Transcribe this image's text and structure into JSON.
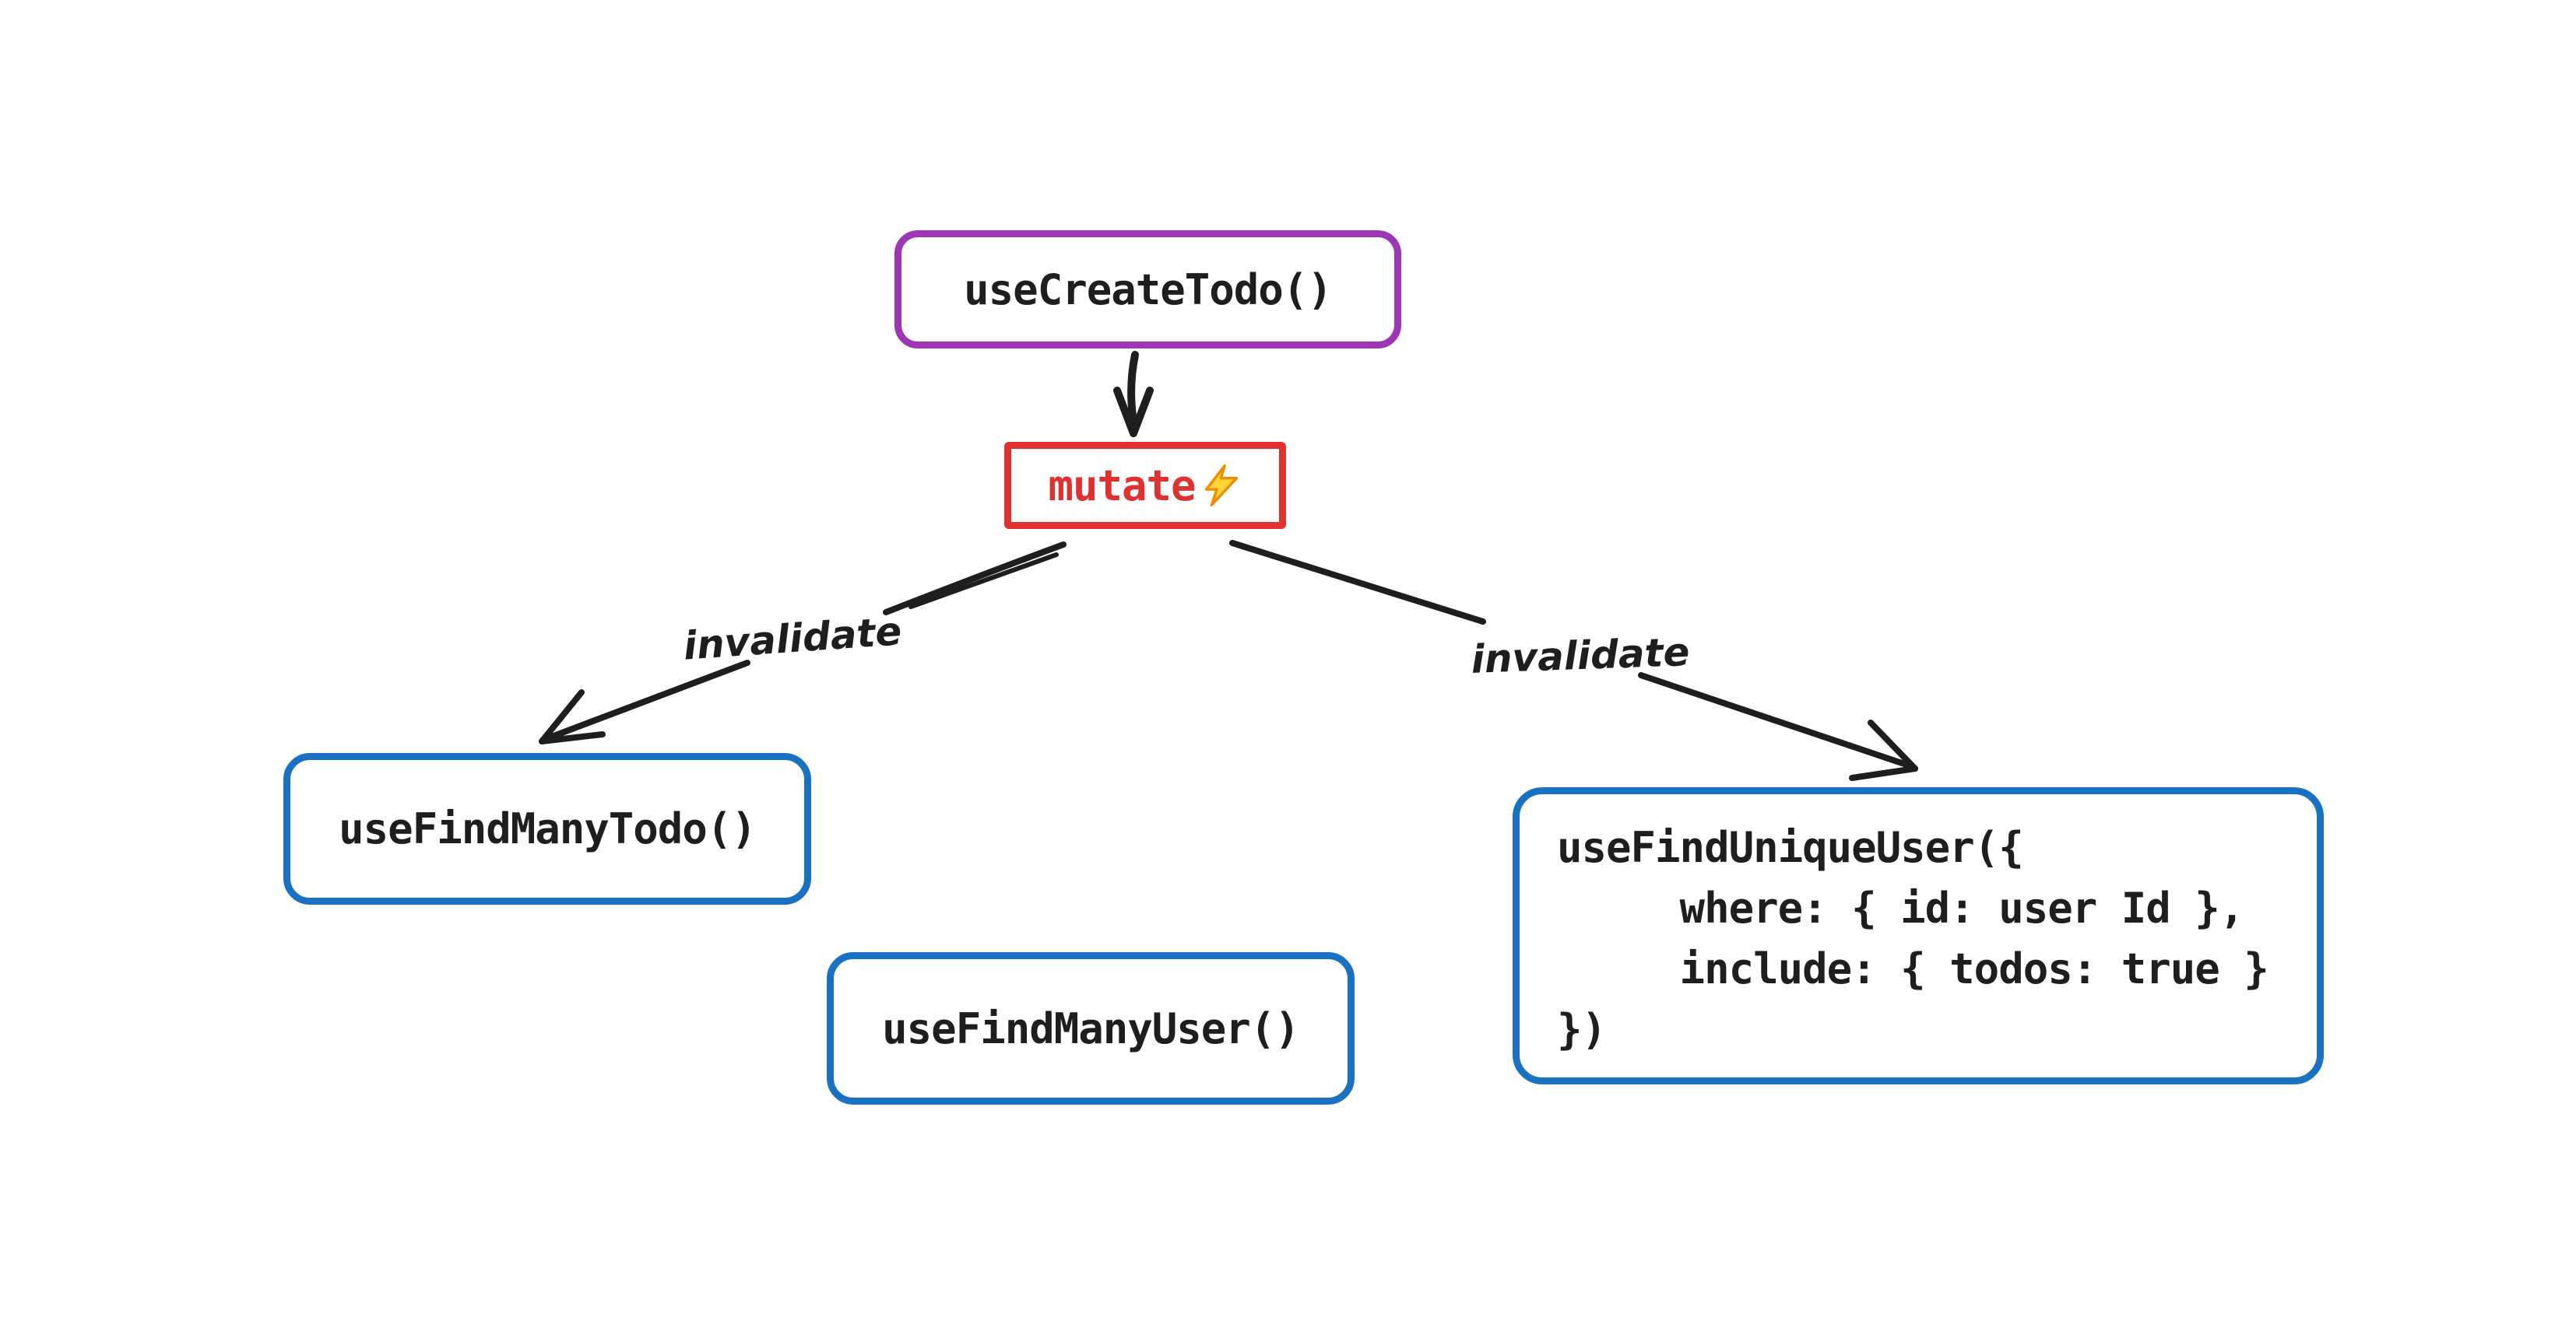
{
  "diagram": {
    "background_color": "#ffffff",
    "nodes": {
      "create_todo": {
        "label": "useCreateTodo()",
        "shape": "rounded-rectangle",
        "border_color": "#9c36b5",
        "text_color": "#1e1e1e"
      },
      "mutate": {
        "label": "mutate",
        "icon": "lightning-bolt-icon",
        "icon_char": "⚡",
        "shape": "rectangle",
        "border_color": "#e03131",
        "text_color": "#e03131"
      },
      "find_many_todo": {
        "label": "useFindManyTodo()",
        "shape": "rounded-rectangle",
        "border_color": "#1971c2",
        "text_color": "#1e1e1e"
      },
      "find_many_user": {
        "label": "useFindManyUser()",
        "shape": "rounded-rectangle",
        "border_color": "#1971c2",
        "text_color": "#1e1e1e"
      },
      "find_unique_user": {
        "shape": "rounded-rectangle",
        "border_color": "#1971c2",
        "text_color": "#1e1e1e",
        "code_lines": [
          "useFindUniqueUser({",
          "     where: { id: user Id },",
          "     include: { todos: true }",
          "})"
        ]
      }
    },
    "edges": [
      {
        "from": "create_todo",
        "to": "mutate",
        "label": "",
        "style": "arrow-down"
      },
      {
        "from": "mutate",
        "to": "find_many_todo",
        "label": "invalidate",
        "style": "arrow-diagonal-left"
      },
      {
        "from": "mutate",
        "to": "find_unique_user",
        "label": "invalidate",
        "style": "arrow-diagonal-right"
      }
    ],
    "colors": {
      "arrow": "#1e1e1e",
      "bolt_fill": "#ffd43b",
      "bolt_stroke": "#f08c00",
      "purple": "#9c36b5",
      "red": "#e03131",
      "blue": "#1971c2"
    }
  }
}
